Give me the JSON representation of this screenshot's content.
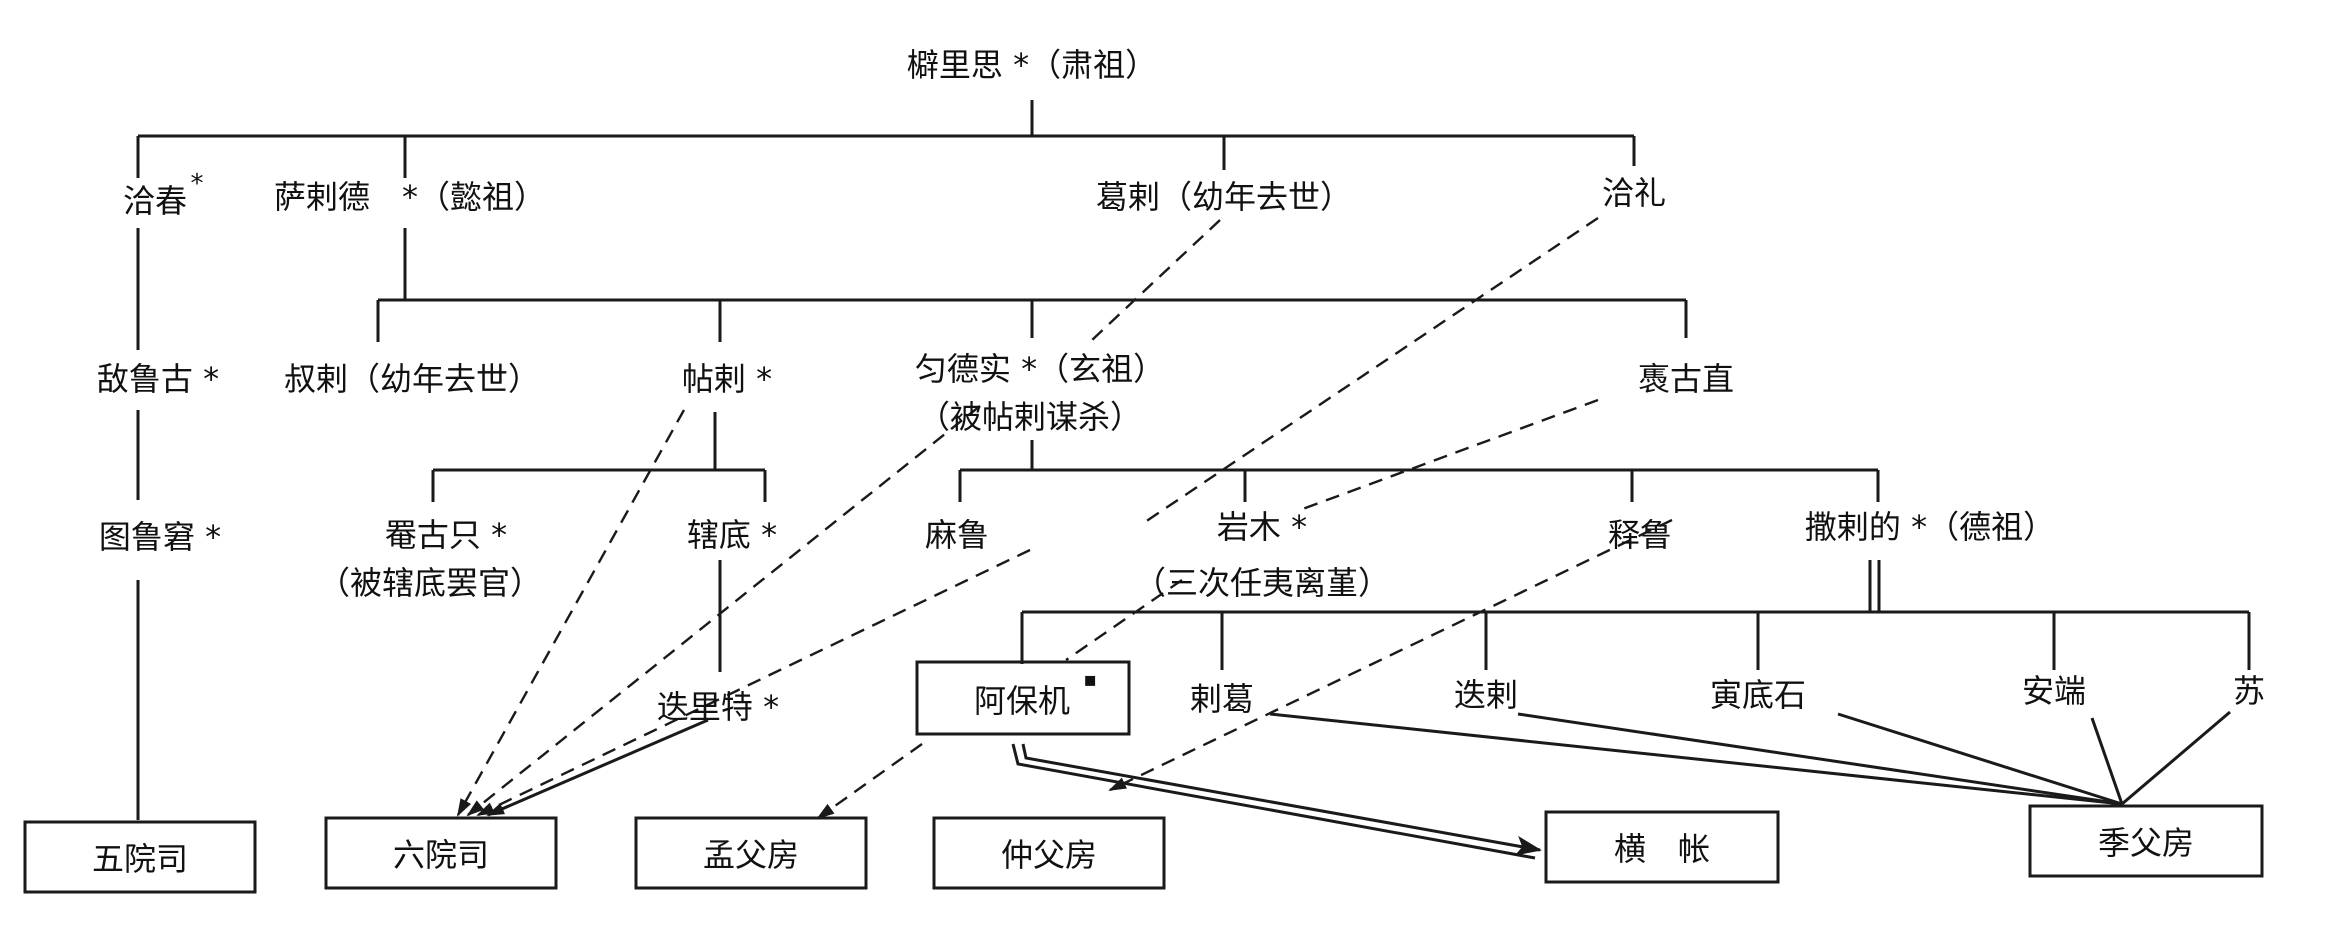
{
  "nodes": {
    "shou_li_si": "檘里思 *（肃祖）",
    "qia_chun": "洽春",
    "sa_la_de": "萨剌德",
    "yi_zu": "*（懿祖）",
    "ge_la": "葛剌（幼年去世）",
    "qia_li": "洽礼",
    "di_lu_gu": "敌鲁古 *",
    "shu_la": "叔剌（幼年去世）",
    "tie_la": "帖剌 *",
    "yun_de_shi": "匀德实 *（玄祖）",
    "yun_de_shi_note": "（被帖剌谋杀）",
    "pou_gu_zhi": "褭古直",
    "tu_lu_jiong": "图鲁窘 *",
    "pu_gu_zhi": "罨古只 *",
    "pu_gu_zhi_note": "（被辖底罢官）",
    "xia_di": "辖底 *",
    "ma_lu": "麻鲁",
    "yan_mu": "岩木 *",
    "yan_mu_note": "（三次任夷离堇）",
    "shi_lu": "释鲁",
    "sa_la_di": "撒剌的 *（德祖）",
    "die_li_te": "迭里特 *",
    "a_bao_ji": "阿保机",
    "la_ge": "剌葛",
    "die_la": "迭剌",
    "yin_di_shi": "寅底石",
    "an_duan": "安端",
    "su": "苏"
  },
  "boxes": {
    "wu_yuan_si": "五院司",
    "liu_yuan_si": "六院司",
    "meng_fu_fang": "孟父房",
    "zhong_fu_fang": "仲父房",
    "heng_zhang": "横　帐",
    "ji_fu_fang": "季父房"
  },
  "marks": {
    "star": "*",
    "abaoji_mark": "▪"
  },
  "colors": {
    "line": "#1a1a1a",
    "text": "#111111",
    "background": "#ffffff"
  }
}
